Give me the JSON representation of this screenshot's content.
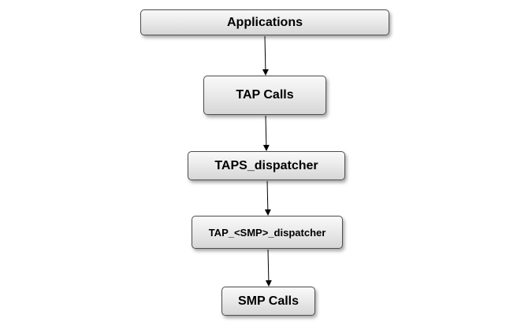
{
  "diagram": {
    "nodes": [
      {
        "id": "applications",
        "label": "Applications"
      },
      {
        "id": "tap-calls",
        "label": "TAP Calls"
      },
      {
        "id": "taps-dispatcher",
        "label": "TAPS_dispatcher"
      },
      {
        "id": "tap-smp-dispatcher",
        "label": "TAP_<SMP>_dispatcher"
      },
      {
        "id": "smp-calls",
        "label": "SMP Calls"
      }
    ],
    "edges": [
      {
        "from": "applications",
        "to": "tap-calls"
      },
      {
        "from": "tap-calls",
        "to": "taps-dispatcher"
      },
      {
        "from": "taps-dispatcher",
        "to": "tap-smp-dispatcher"
      },
      {
        "from": "tap-smp-dispatcher",
        "to": "smp-calls"
      }
    ]
  }
}
